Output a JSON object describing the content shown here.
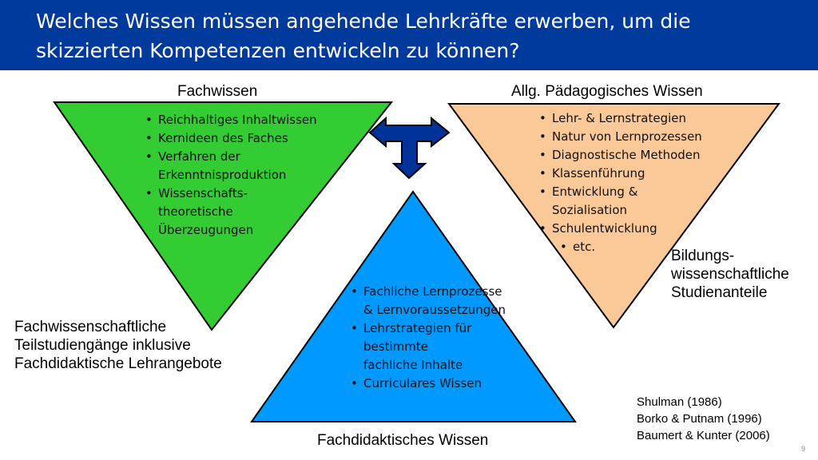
{
  "title": "Welches Wissen müssen angehende Lehrkräfte erwerben, um die skizzierten Kompetenzen entwickeln zu können?",
  "fachwissen": {
    "label": "Fachwissen",
    "items": [
      "Reichhaltiges Inhaltwissen",
      "Kernideen des Faches",
      "Verfahren der Erkenntnisproduktion",
      "Wissenschafts-theoretische Überzeugungen"
    ],
    "color": "#33cc33"
  },
  "paedagogik": {
    "label": "Allg. Pädagogisches Wissen",
    "items": [
      "Lehr- & Lernstrategien",
      "Natur von Lernprozessen",
      "Diagnostische Methoden",
      "Klassenführung",
      "Entwicklung & Sozialisation",
      "Schulentwicklung",
      "etc."
    ],
    "color": "#fbc997"
  },
  "fachdidaktik": {
    "label": "Fachdidaktisches Wissen",
    "items": [
      "Fachliche Lernprozesse & Lernvoraussetzungen",
      "Lehrstrategien für bestimmte fachliche Inhalte",
      "Curriculares Wissen"
    ],
    "color": "#0099ff"
  },
  "left_note": "Fachwissenschaftliche Teilstudiengänge inklusive Fachdidaktische Lehrangebote",
  "right_note": "Bildungs-wissenschaftliche Studienanteile",
  "references": [
    "Shulman (1986)",
    "Borko & Putnam (1996)",
    "Baumert & Kunter (2006)"
  ],
  "page_number": "9",
  "arrow_color": "#003399"
}
